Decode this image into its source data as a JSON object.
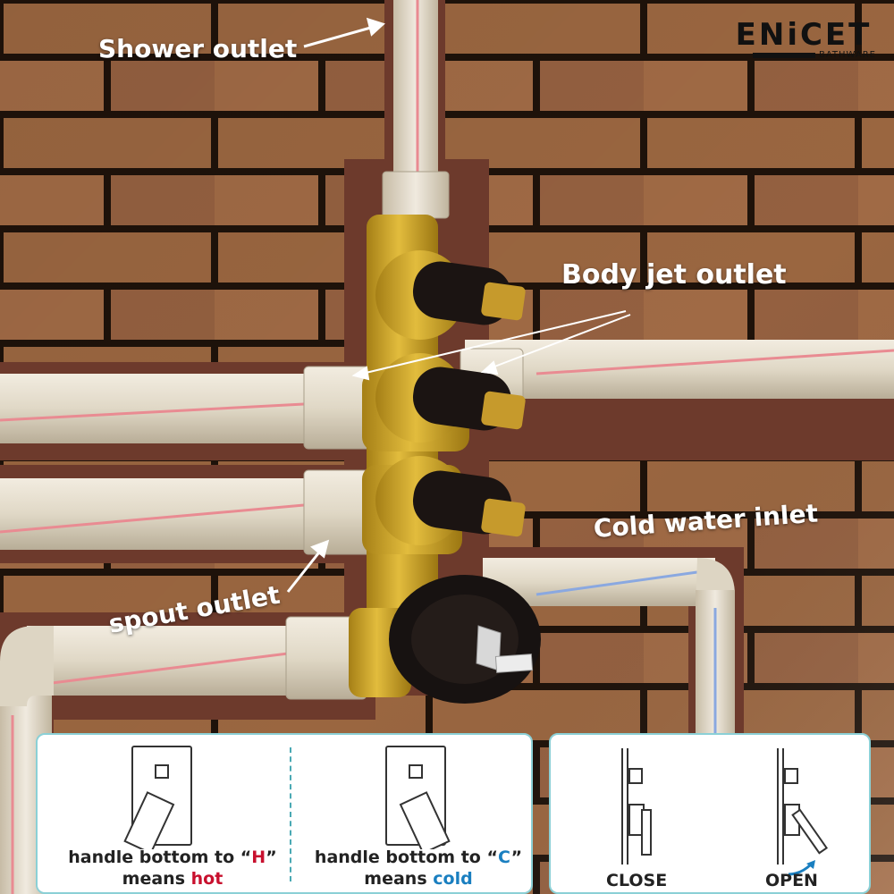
{
  "brand": {
    "name": "ENiCET",
    "tagline": "BATHWARE"
  },
  "labels": {
    "shower_outlet": "Shower outlet",
    "body_jet_outlet": "Body jet outlet",
    "cold_water_inlet": "Cold water inlet",
    "spout_outlet": "spout outlet"
  },
  "instructions": {
    "hot": {
      "prefix": "handle bottom to “",
      "letter": "H",
      "suffix": "”",
      "means": "means",
      "word": "hot"
    },
    "cold": {
      "prefix": "handle bottom to “",
      "letter": "C",
      "suffix": "”",
      "means": "means",
      "word": "cold"
    },
    "close": "CLOSE",
    "open": "OPEN"
  },
  "colors": {
    "hot_accent": "#c8102e",
    "cold_accent": "#1a7fc0",
    "panel_border": "#8bd0d6",
    "brass": "#c9a227",
    "pipe": "#e3dccd",
    "hot_stripe": "#e98b92",
    "cold_stripe": "#8aa8e0"
  }
}
